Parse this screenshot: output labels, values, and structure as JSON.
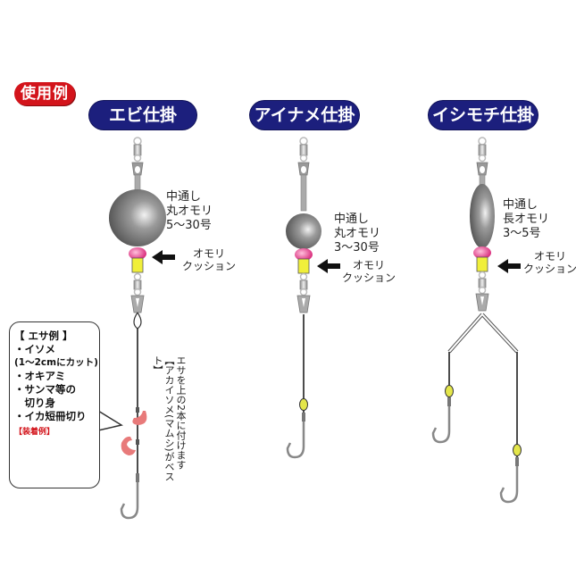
{
  "usage_badge": "使用例",
  "colors": {
    "badge_red": "#d3141b",
    "pill_navy": "#1c1f7d",
    "sinker_gray": "#6b6b6b",
    "cushion_pink": "#e0287a",
    "cushion_yellow": "#f0ef3a",
    "bait_pink": "#e87a7a",
    "bead_yellow": "#e4e64a"
  },
  "rigs": [
    {
      "title": "エビ仕掛",
      "sinker_label": [
        "中通し",
        "丸オモリ",
        "5～30号"
      ],
      "cushion_label": [
        "オモリ",
        "クッション"
      ],
      "side_note": [
        "エサを上の2本に付けます",
        "【アカイソメ(マムシ)がベスト】"
      ]
    },
    {
      "title": "アイナメ仕掛",
      "sinker_label": [
        "中通し",
        "丸オモリ",
        "3～30号"
      ],
      "cushion_label": [
        "オモリ",
        "クッション"
      ]
    },
    {
      "title": "イシモチ仕掛",
      "sinker_label": [
        "中通し",
        "長オモリ",
        "3～5号"
      ],
      "cushion_label": [
        "オモリ",
        "クッション"
      ]
    }
  ],
  "bait_box": {
    "heading": "【 エサ例 】",
    "items": [
      "・イソメ",
      "(1～2cmにカット)",
      "・オキアミ",
      "・サンマ等の",
      "　切り身",
      "・イカ短冊切り"
    ],
    "example_label": "【装着例】"
  }
}
